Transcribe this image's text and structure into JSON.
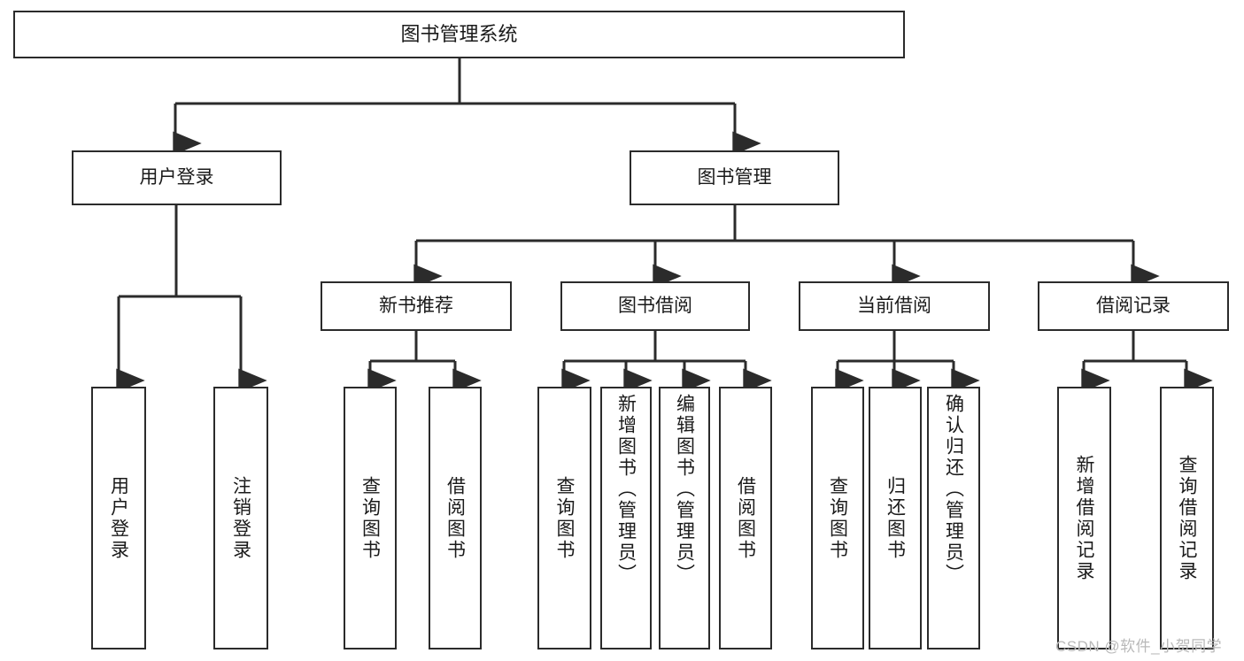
{
  "diagram": {
    "title": "图书管理系统",
    "type": "tree-hierarchy-chart",
    "watermark": "CSDN @软件_小贺同学",
    "colors": {
      "stroke": "#2b2b2b",
      "fill": "#ffffff",
      "text": "#1a1a1a",
      "watermark": "#b9b9b9"
    },
    "nodes": {
      "root": {
        "label": "图书管理系统"
      },
      "level2": [
        {
          "id": "user-login",
          "label": "用户登录"
        },
        {
          "id": "book-manage",
          "label": "图书管理"
        }
      ],
      "level3": [
        {
          "id": "new-book-recommend",
          "label": "新书推荐"
        },
        {
          "id": "book-borrow",
          "label": "图书借阅"
        },
        {
          "id": "current-borrow",
          "label": "当前借阅"
        },
        {
          "id": "borrow-record",
          "label": "借阅记录"
        }
      ],
      "leaves": {
        "user-login": [
          {
            "id": "leaf-user-login",
            "label": "用户登录"
          },
          {
            "id": "leaf-logout-login",
            "label": "注销登录"
          }
        ],
        "new-book-recommend": [
          {
            "id": "leaf-query-book-1",
            "label": "查询图书"
          },
          {
            "id": "leaf-borrow-book-1",
            "label": "借阅图书"
          }
        ],
        "book-borrow": [
          {
            "id": "leaf-query-book-2",
            "label": "查询图书"
          },
          {
            "id": "leaf-add-book",
            "label": "新增图书（管理员）"
          },
          {
            "id": "leaf-edit-book",
            "label": "编辑图书（管理员）"
          },
          {
            "id": "leaf-borrow-book-2",
            "label": "借阅图书"
          }
        ],
        "current-borrow": [
          {
            "id": "leaf-query-book-3",
            "label": "查询图书"
          },
          {
            "id": "leaf-return-book",
            "label": "归还图书"
          },
          {
            "id": "leaf-confirm-return",
            "label": "确认归还（管理员）"
          }
        ],
        "borrow-record": [
          {
            "id": "leaf-add-record",
            "label": "新增借阅记录"
          },
          {
            "id": "leaf-query-record",
            "label": "查询借阅记录"
          }
        ]
      }
    }
  }
}
